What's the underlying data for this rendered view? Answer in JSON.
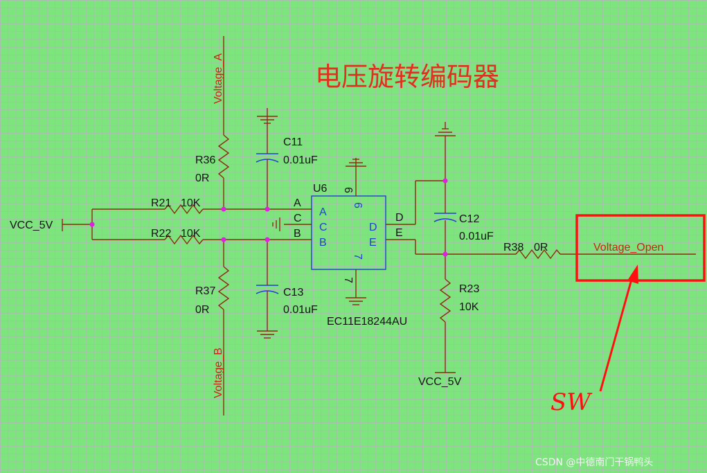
{
  "title": "电压旋转编码器",
  "ic": {
    "ref": "U6",
    "part": "EC11E18244AU",
    "pins_left": [
      "A",
      "C",
      "B"
    ],
    "inner_left": [
      "A",
      "C",
      "B"
    ],
    "pins_right": [
      "D",
      "E"
    ],
    "inner_right": [
      "D",
      "E"
    ],
    "pin_top": "6",
    "inner_top": "6",
    "pin_bottom": "7",
    "inner_bottom": "7"
  },
  "resistors": {
    "r36": {
      "ref": "R36",
      "value": "0R"
    },
    "r37": {
      "ref": "R37",
      "value": "0R"
    },
    "r21": {
      "ref": "R21",
      "value": "10K"
    },
    "r22": {
      "ref": "R22",
      "value": "10K"
    },
    "r23": {
      "ref": "R23",
      "value": "10K"
    },
    "r38": {
      "ref": "R38",
      "value": "0R"
    }
  },
  "capacitors": {
    "c11": {
      "ref": "C11",
      "value": "0.01uF"
    },
    "c12": {
      "ref": "C12",
      "value": "0.01uF"
    },
    "c13": {
      "ref": "C13",
      "value": "0.01uF"
    }
  },
  "nets": {
    "vcc_left": "VCC_5V",
    "vcc_bottom": "VCC_5V",
    "voltage_a": "Voltage_A",
    "voltage_b": "Voltage_B",
    "voltage_open": "Voltage_Open"
  },
  "annotation": {
    "text": "SW",
    "color": "#ff1010"
  },
  "watermark": "CSDN @中德南门干锅鸭头",
  "colors": {
    "background": "#7ce67c",
    "wire": "#8a2a0a",
    "component": "#1f3fd0",
    "junction": "#e020e0",
    "title": "#e03020",
    "highlight": "#ff1010"
  }
}
